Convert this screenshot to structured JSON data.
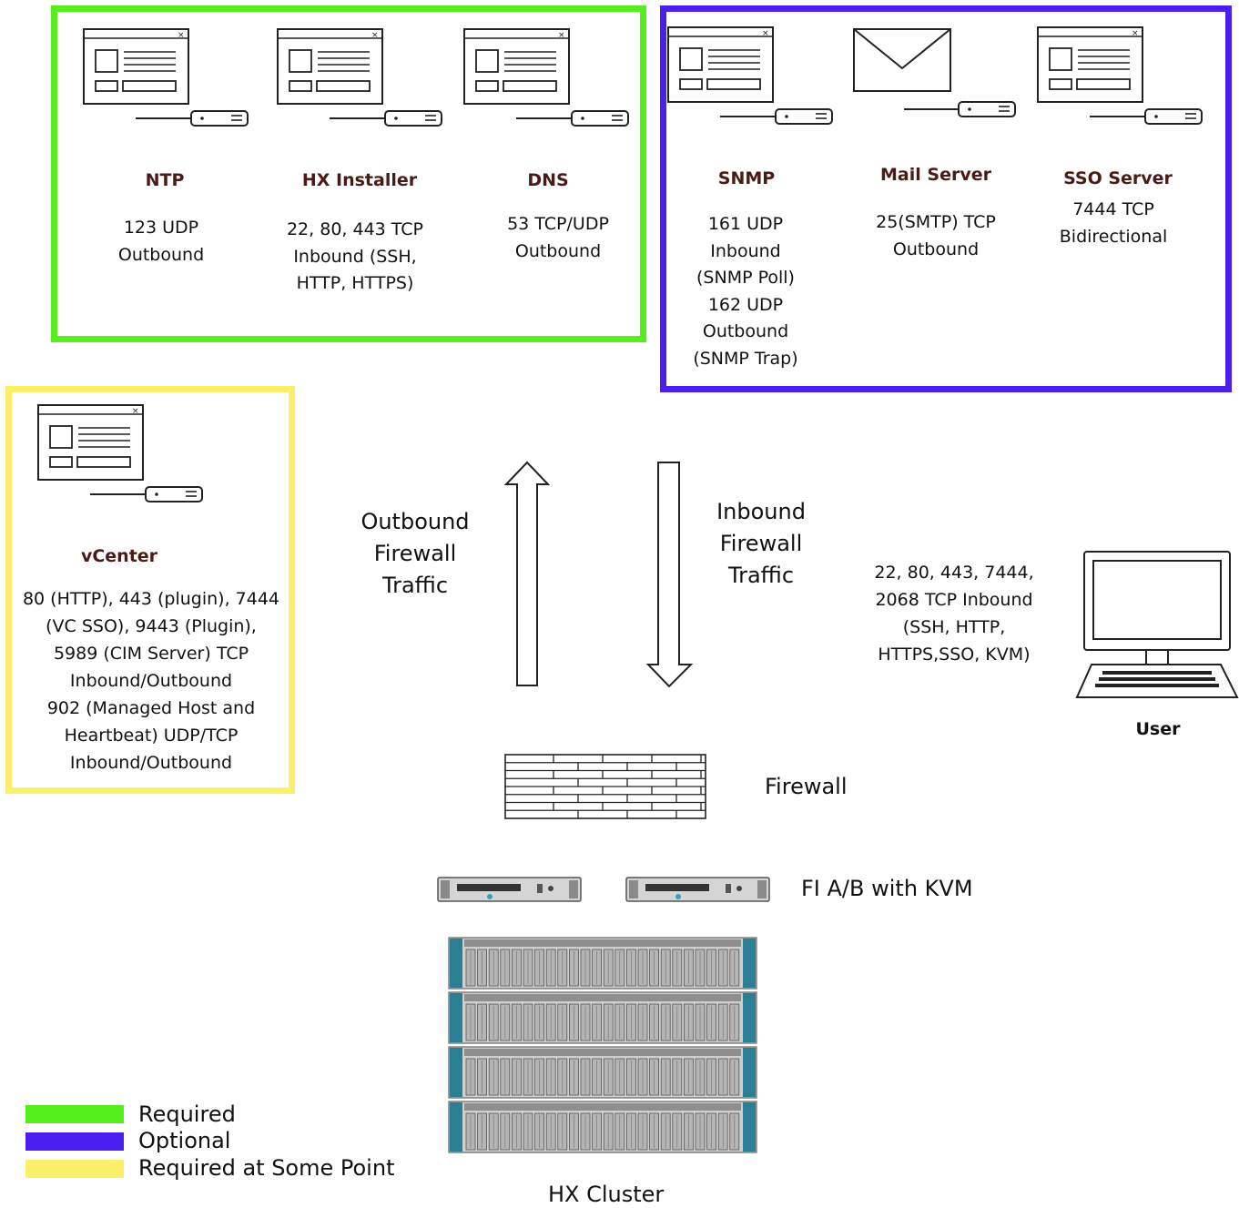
{
  "groups": {
    "required": {
      "color": "#55ef1e"
    },
    "optional": {
      "color": "#4a1ff0"
    },
    "required_some_point": {
      "color": "#fcef6c"
    }
  },
  "services": {
    "ntp": {
      "title": "NTP",
      "lines": [
        "123 UDP",
        "Outbound"
      ]
    },
    "hx_installer": {
      "title": "HX Installer",
      "lines": [
        "22, 80, 443 TCP",
        "Inbound (SSH,",
        "HTTP, HTTPS)"
      ]
    },
    "dns": {
      "title": "DNS",
      "lines": [
        "53 TCP/UDP",
        "Outbound"
      ]
    },
    "snmp": {
      "title": "SNMP",
      "lines": [
        "161 UDP",
        "Inbound",
        "(SNMP Poll)",
        "162 UDP",
        "Outbound",
        "(SNMP Trap)"
      ]
    },
    "mail_server": {
      "title": "Mail Server",
      "lines": [
        "25(SMTP) TCP",
        "Outbound"
      ]
    },
    "sso_server": {
      "title": "SSO Server",
      "lines": [
        "7444 TCP",
        "Bidirectional"
      ]
    },
    "vcenter": {
      "title": "vCenter",
      "lines": [
        "80 (HTTP), 443 (plugin), 7444",
        "(VC SSO), 9443 (Plugin),",
        "5989 (CIM Server) TCP",
        "Inbound/Outbound",
        "902 (Managed Host and",
        "Heartbeat) UDP/TCP",
        "Inbound/Outbound"
      ]
    }
  },
  "traffic": {
    "outbound": [
      "Outbound",
      "Firewall",
      "Traffic"
    ],
    "inbound": [
      "Inbound",
      "Firewall",
      "Traffic"
    ]
  },
  "user": {
    "label": "User",
    "ports": [
      "22, 80, 443, 7444,",
      "2068 TCP Inbound",
      "(SSH, HTTP,",
      "HTTPS,SSO, KVM)"
    ]
  },
  "firewall": {
    "label": "Firewall"
  },
  "fabric": {
    "label": "FI A/B with KVM"
  },
  "cluster": {
    "label": "HX Cluster"
  },
  "legend": [
    {
      "label": "Required",
      "color": "#55ef1e"
    },
    {
      "label": "Optional",
      "color": "#4a1ff0"
    },
    {
      "label": "Required at Some Point",
      "color": "#fcef6c"
    }
  ]
}
